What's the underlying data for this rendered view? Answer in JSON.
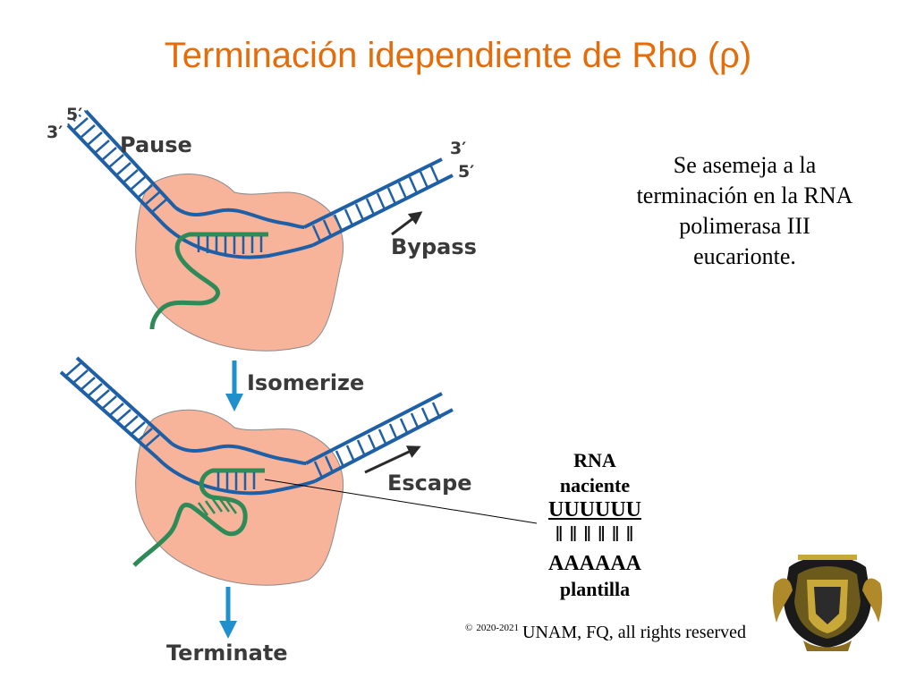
{
  "title": "Terminación idependiente de Rho (ρ)",
  "note": "Se asemeja a la terminación en la RNA polimerasa III eucarionte.",
  "diagram": {
    "top_panel": {
      "label_pause": "Pause",
      "label_bypass": "Bypass",
      "end_5_left": "5′",
      "end_3_left": "3′",
      "end_3_right": "3′",
      "end_5_right": "5′"
    },
    "step_isomerize": "Isomerize",
    "bottom_panel": {
      "label_escape": "Escape"
    },
    "step_terminate": "Terminate"
  },
  "pairing": {
    "rna_label": "RNA",
    "rna_label2": "naciente",
    "rna_seq": "UUUUUU",
    "bonds": "‖ ‖ ‖ ‖ ‖ ‖",
    "template_seq": "AAAAAA",
    "template_label": "plantilla"
  },
  "copyright": {
    "symbol": "©",
    "years": "2020-2021",
    "text": "UNAM, FQ, all rights reserved"
  },
  "colors": {
    "title": "#e46c0a",
    "dna": "#1f5fa6",
    "rna": "#2e8b57",
    "polymerase": "#f7b49b",
    "arrow_step": "#1f8fce"
  }
}
